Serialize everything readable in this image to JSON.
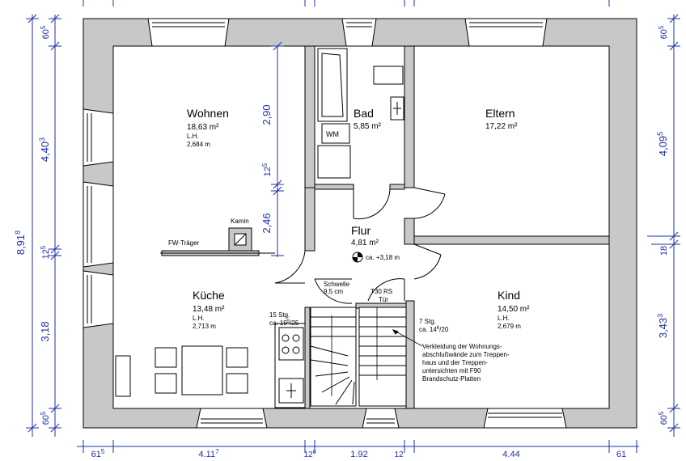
{
  "colors": {
    "wall": "#c8c8c8",
    "line": "#000000",
    "dimension": "#1f2fa8",
    "paper": "#ffffff"
  },
  "rooms": {
    "wohnen": {
      "name": "Wohnen",
      "area": "18,63 m²",
      "lh_label": "L.H.",
      "lh_value": "2,684 m"
    },
    "bad": {
      "name": "Bad",
      "area": "5,85 m²"
    },
    "eltern": {
      "name": "Eltern",
      "area": "17,22 m²"
    },
    "flur": {
      "name": "Flur",
      "area": "4,81 m²",
      "level": "ca. +3,18 m"
    },
    "kueche": {
      "name": "Küche",
      "area": "13,48 m²",
      "lh_label": "L.H.",
      "lh_value": "2,713 m"
    },
    "kind": {
      "name": "Kind",
      "area": "14,50 m²",
      "lh_label": "L.H.",
      "lh_value": "2,679 m"
    }
  },
  "labels": {
    "wm": "WM",
    "kamin": "Kamin",
    "fw_traeger": "FW-Träger",
    "schwelle_1": "Schwelle",
    "schwelle_2": "9,5 cm",
    "t30_1": "T30 RS",
    "t30_2": "Tür",
    "stair_a_1": "15 Stg.",
    "stair_a_2": "ca. 19",
    "stair_a_sup": "5",
    "stair_a_3": "/25",
    "stair_b_1": "7 Stg.",
    "stair_b_2": "ca. 14",
    "stair_b_sup": "6",
    "stair_b_3": "/20",
    "note": [
      "Verkleidung der Wohnungs-",
      "abschlußwände zum Treppen-",
      "haus und der Treppen-",
      "untersichten mit F90",
      "Brandschutz-Platten"
    ]
  },
  "dimensions": {
    "left_total": "8,91",
    "left_total_sup": "8",
    "left_top": "60",
    "left_top_sup": "5",
    "left_wohnen": "4,40",
    "left_wohnen_sup": "3",
    "left_mid": "12",
    "left_mid_sup": "5",
    "left_kueche": "3,18",
    "left_bottom": "60",
    "left_bottom_sup": "5",
    "inner_290": "2,90",
    "inner_125": "12",
    "inner_125_sup": "5",
    "inner_246": "2,46",
    "right_top": "60",
    "right_top_sup": "5",
    "right_eltern": "4,09",
    "right_eltern_sup": "5",
    "right_mid": "18",
    "right_kind": "3,43",
    "right_kind_sup": "3",
    "right_bottom": "60",
    "right_bottom_sup": "5",
    "bottom_1": "61",
    "bottom_1_sup": "5",
    "bottom_2": "4,11",
    "bottom_2_sup": "7",
    "bottom_3": "12",
    "bottom_3_sup": "6",
    "bottom_4": "1,92",
    "bottom_5": "12",
    "bottom_6": "4,44",
    "bottom_7": "61"
  }
}
